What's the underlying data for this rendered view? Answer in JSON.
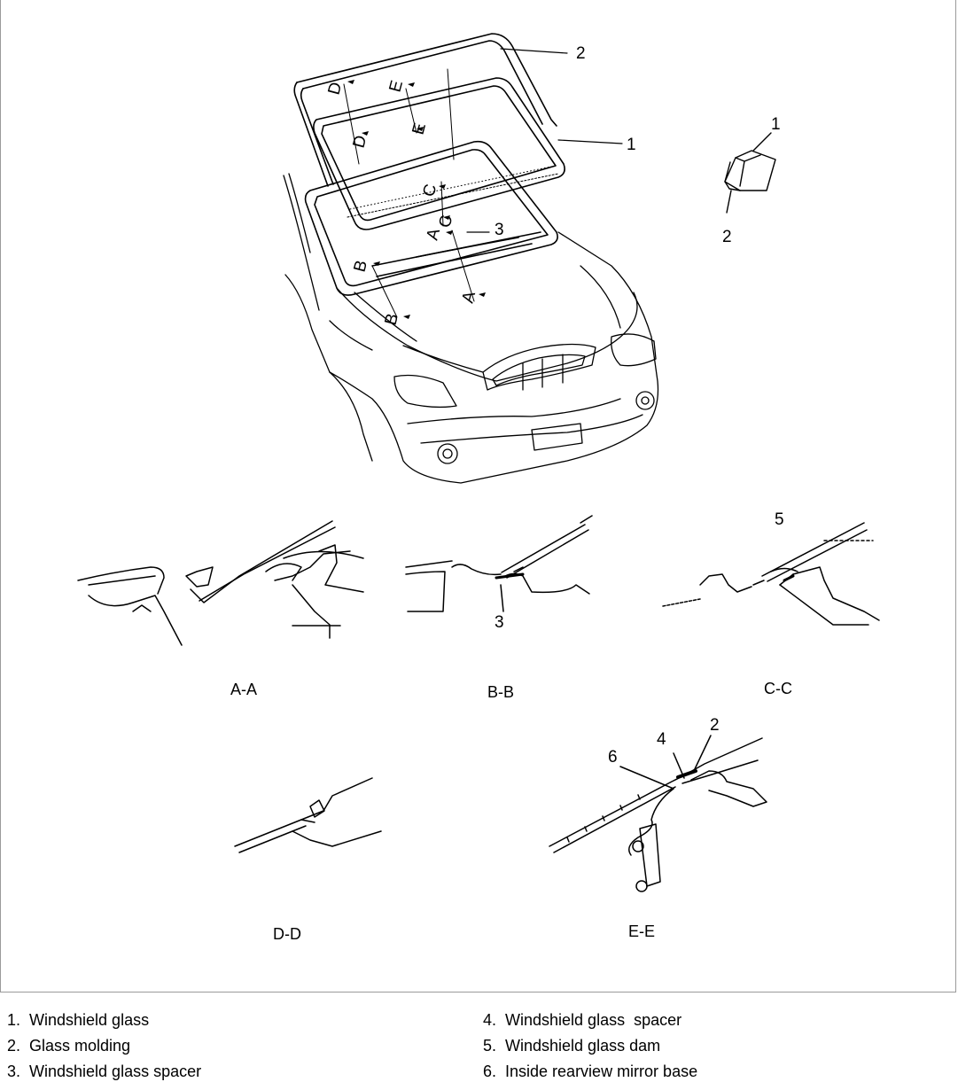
{
  "callouts": {
    "main_2": "2",
    "main_1": "1",
    "main_3": "3",
    "inset_1": "1",
    "inset_2": "2",
    "bb_3": "3",
    "cc_5": "5",
    "ee_6": "6",
    "ee_4": "4",
    "ee_2": "2"
  },
  "section_marks": {
    "a_top": "A",
    "a_bottom": "A",
    "b_top": "B",
    "b_bottom": "B",
    "c_top": "C",
    "c_bottom": "C",
    "d_top": "D",
    "d_bottom": "D",
    "e_top": "E",
    "e_bottom": "E"
  },
  "section_captions": {
    "aa": "A-A",
    "bb": "B-B",
    "cc": "C-C",
    "dd": "D-D",
    "ee": "E-E"
  },
  "legend": {
    "left": [
      "1.  Windshield glass",
      "2.  Glass molding",
      "3.  Windshield glass spacer"
    ],
    "right": [
      "4.  Windshield glass  spacer",
      "5.  Windshield glass dam",
      "6.  Inside rearview mirror base"
    ]
  }
}
